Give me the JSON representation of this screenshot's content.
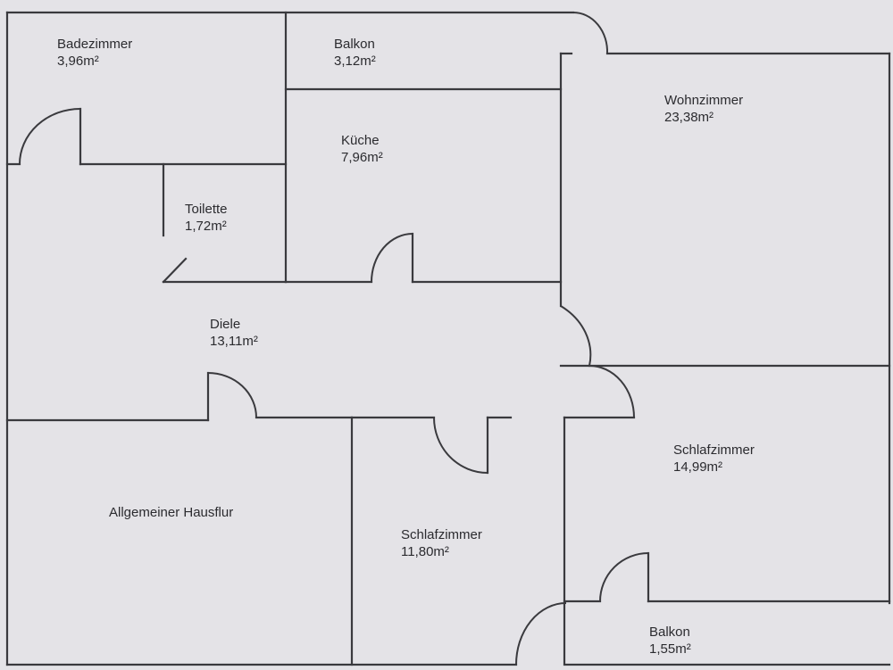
{
  "rooms": [
    {
      "id": "badezimmer",
      "name": "Badezimmer",
      "area": "3,96m²"
    },
    {
      "id": "balkon-top",
      "name": "Balkon",
      "area": "3,12m²"
    },
    {
      "id": "kueche",
      "name": "Küche",
      "area": "7,96m²"
    },
    {
      "id": "wohnzimmer",
      "name": "Wohnzimmer",
      "area": "23,38m²"
    },
    {
      "id": "toilette",
      "name": "Toilette",
      "area": "1,72m²"
    },
    {
      "id": "diele",
      "name": "Diele",
      "area": "13,11m²"
    },
    {
      "id": "hausflur",
      "name": "Allgemeiner Hausflur",
      "area": ""
    },
    {
      "id": "schlafzimmer-1",
      "name": "Schlafzimmer",
      "area": "11,80m²"
    },
    {
      "id": "schlafzimmer-2",
      "name": "Schlafzimmer",
      "area": "14,99m²"
    },
    {
      "id": "balkon-bottom",
      "name": "Balkon",
      "area": "1,55m²"
    }
  ],
  "colors": {
    "paper": "#e9e8ec",
    "line": "#3a3a3e",
    "text": "#2b2b2f"
  }
}
